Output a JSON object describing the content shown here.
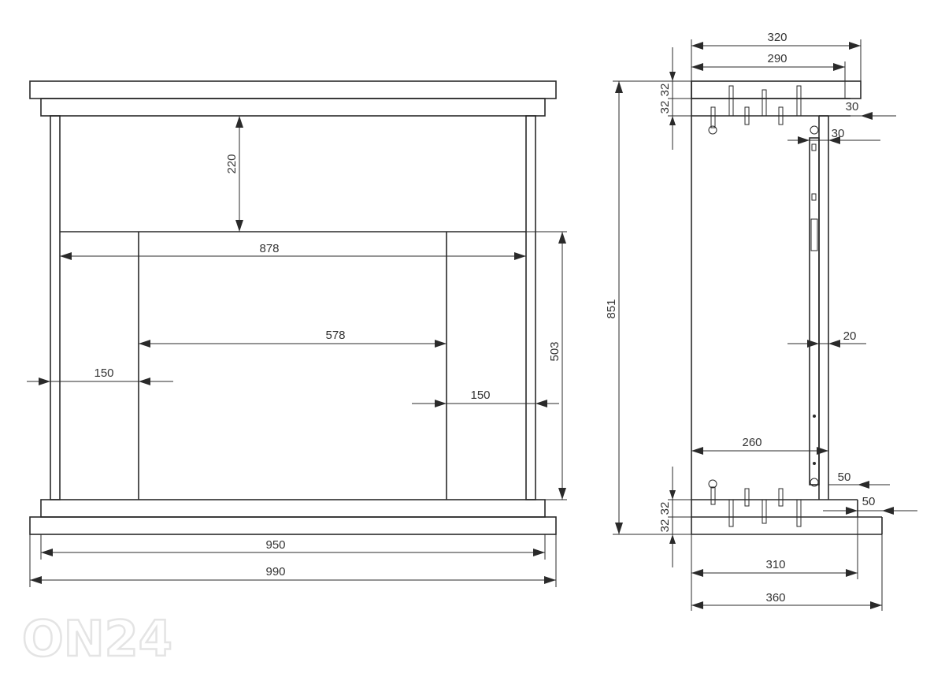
{
  "front_view": {
    "dim_220": "220",
    "dim_878": "878",
    "dim_578": "578",
    "dim_503": "503",
    "dim_150_left": "150",
    "dim_150_right": "150",
    "dim_950": "950",
    "dim_990": "990"
  },
  "side_view": {
    "dim_320": "320",
    "dim_290": "290",
    "dim_30_top": "30",
    "dim_30_second": "30",
    "dim_32_top_a": "32",
    "dim_32_top_b": "32",
    "dim_851": "851",
    "dim_20": "20",
    "dim_260": "260",
    "dim_50_a": "50",
    "dim_50_b": "50",
    "dim_32_bottom_a": "32",
    "dim_32_bottom_b": "32",
    "dim_310": "310",
    "dim_360": "360"
  },
  "watermark": "ON24"
}
